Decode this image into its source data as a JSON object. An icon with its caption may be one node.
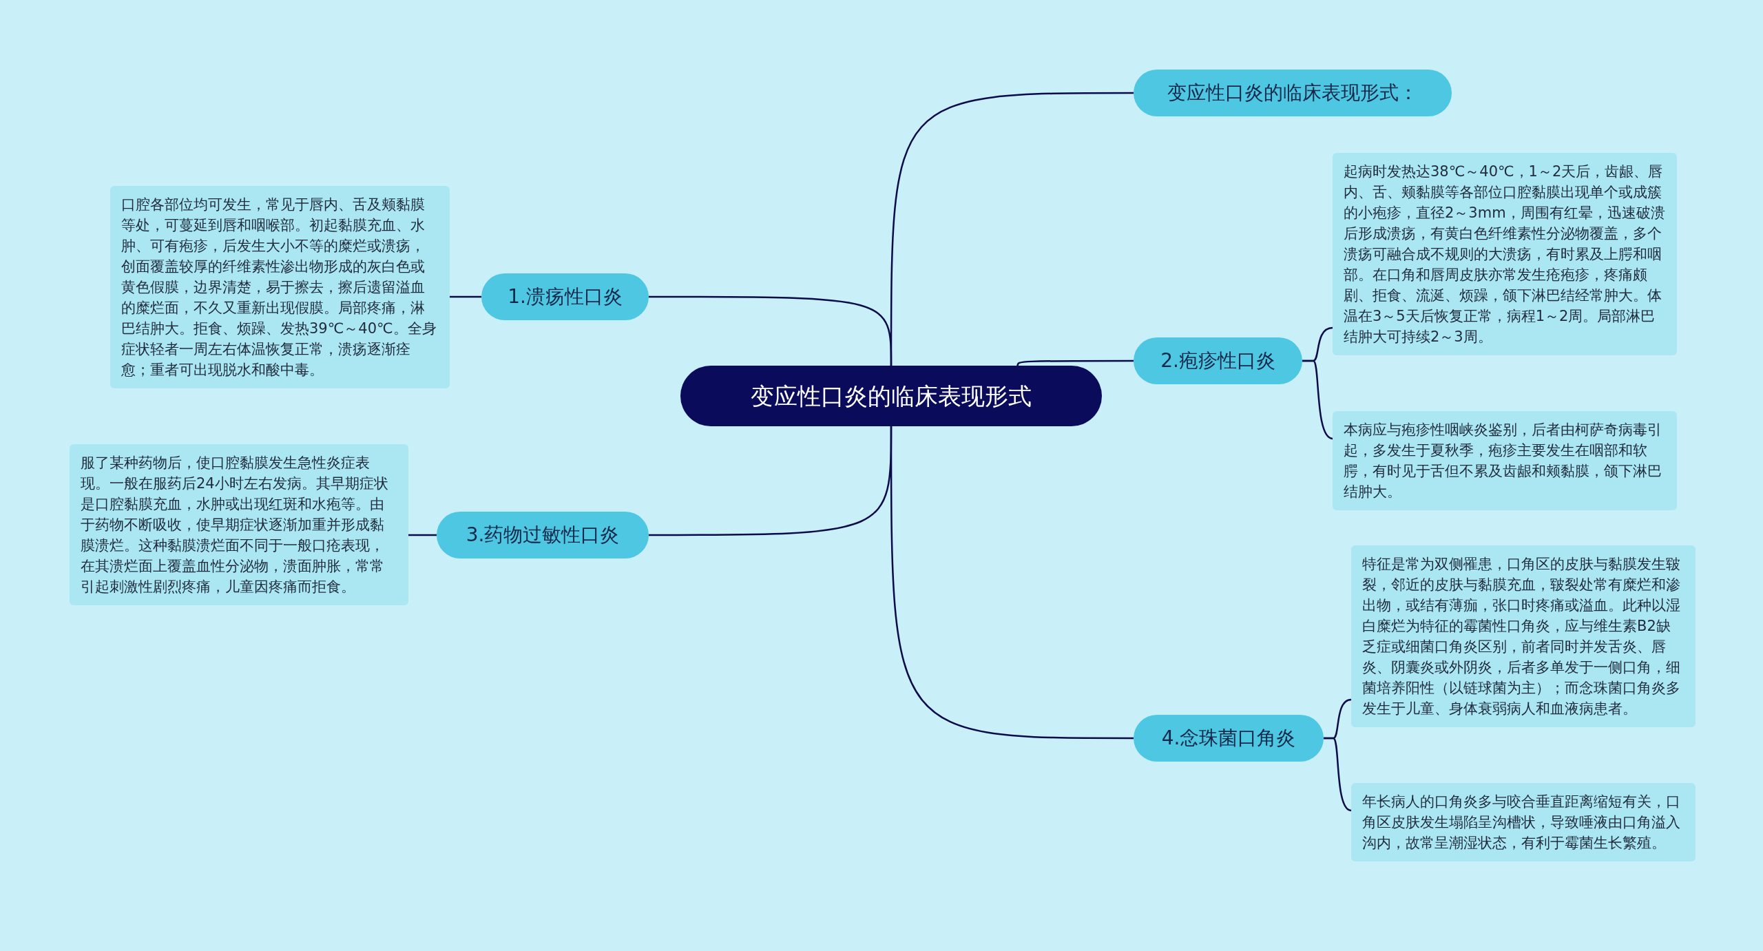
{
  "diagram": {
    "nodes": [
      {
        "text": [
          "变应性口炎的临床表现形式"
        ]
      },
      {
        "text": [
          "变应性口炎的临床表现形式："
        ]
      },
      {
        "text": [
          "2.疱疹性口炎"
        ]
      },
      {
        "text": [
          "起病时发热达38℃～40℃，1～2天后，齿龈、唇内、舌、颊黏膜等各部位口腔黏膜出现单个或成簇的小疱疹，直径2～3mm，周围有红晕，迅速破溃后形成溃疡，有黄白色纤维素性分泌物覆盖，多个溃疡可融合成不规则的大溃疡，有时累及上腭和咽部。在口角和唇周皮肤亦常发生疮疱疹，疼痛颇剧、拒食、流涎、烦躁，颌下淋巴结经常肿大。体温在3～5天后恢复正常，病程1～2周。局部淋巴结肿大可持续2～3周。"
        ]
      },
      {
        "text": [
          "本病应与疱疹性咽峡炎鉴别，后者由柯萨奇病毒引起，多发生于夏秋季，疱疹主要发生在咽部和软腭，有时见于舌但不累及齿龈和颊黏膜，颌下淋巴结肿大。"
        ]
      },
      {
        "text": [
          "4.念珠菌口角炎"
        ]
      },
      {
        "text": [
          "特征是常为双侧罹患，口角区的皮肤与黏膜发生皲裂，邻近的皮肤与黏膜充血，皲裂处常有糜烂和渗出物，或结有薄痂，张口时疼痛或溢血。此种以湿白糜烂为特征的霉菌性口角炎，应与维生素B2缺乏症或细菌口角炎区别，前者同时并发舌炎、唇炎、阴囊炎或外阴炎，后者多单发于一侧口角，细菌培养阳性（以链球菌为主）；而念珠菌口角炎多发生于儿童、身体衰弱病人和血液病患者。"
        ]
      },
      {
        "text": [
          "年长病人的口角炎多与咬合垂直距离缩短有关，口角区皮肤发生塌陷呈沟槽状，导致唾液由口角溢入沟内，故常呈潮湿状态，有利于霉菌生长繁殖。"
        ]
      },
      {
        "text": [
          "1.溃疡性口炎"
        ]
      },
      {
        "text": [
          "口腔各部位均可发生，常见于唇内、舌及颊黏膜等处，可蔓延到唇和咽喉部。初起黏膜充血、水肿、可有疱疹，后发生大小不等的糜烂或溃疡，创面覆盖较厚的纤维素性渗出物形成的灰白色或黄色假膜，边界清楚，易于擦去，擦后遗留溢血的糜烂面，不久又重新出现假膜。局部疼痛，淋巴结肿大。拒食、烦躁、发热39℃～40℃。全身症状轻者一周左右体温恢复正常，溃疡逐渐痊愈；重者可出现脱水和酸中毒。"
        ]
      },
      {
        "text": [
          "3.药物过敏性口炎"
        ]
      },
      {
        "text": [
          "服了某种药物后，使口腔黏膜发生急性炎症表现。一般在服药后24小时左右发病。其早期症状是口腔黏膜充血，水肿或出现红斑和水疱等。由于药物不断吸收，使早期症状逐渐加重并形成黏膜溃烂。这种黏膜溃烂面不同于一般口疮表现，在其溃烂面上覆盖血性分泌物，溃面肿胀，常常引起刺激性剧烈疼痛，儿童因疼痛而拒食。"
        ]
      }
    ],
    "edges": [
      {
        "from": 0,
        "to": 1,
        "arrow": "none"
      },
      {
        "from": 0,
        "to": 2,
        "arrow": "none"
      },
      {
        "from": 0,
        "to": 5,
        "arrow": "none"
      },
      {
        "from": 0,
        "to": 8,
        "arrow": "none"
      },
      {
        "from": 0,
        "to": 10,
        "arrow": "none"
      },
      {
        "from": 2,
        "to": 3,
        "arrow": "none"
      },
      {
        "from": 2,
        "to": 4,
        "arrow": "none"
      },
      {
        "from": 5,
        "to": 6,
        "arrow": "none"
      },
      {
        "from": 5,
        "to": 7,
        "arrow": "none"
      },
      {
        "from": 8,
        "to": 9,
        "arrow": "none"
      },
      {
        "from": 10,
        "to": 11,
        "arrow": "none"
      }
    ]
  }
}
